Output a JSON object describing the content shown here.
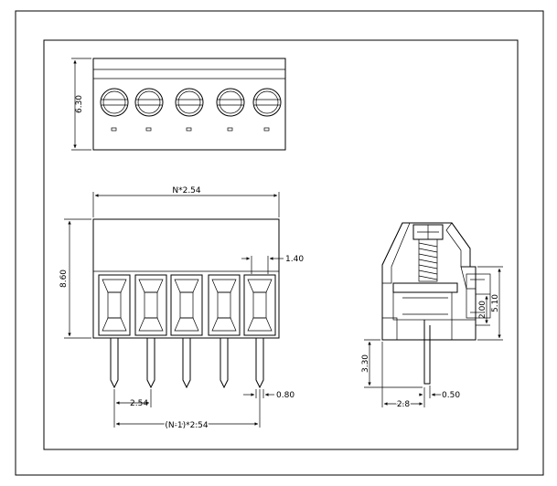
{
  "drawing": {
    "top_view": {
      "height_label": "6.30",
      "screw_count": 5
    },
    "front_view": {
      "width_label": "N*2.54",
      "height_label": "8.60",
      "opening_label": "1.40",
      "pitch_label": "2.54",
      "pin_label": "0.80",
      "total_label": "(N-1)*2.54",
      "terminal_count": 5
    },
    "side_view": {
      "right_outer_label": "5.10",
      "right_inner_label": "2.00",
      "left_label": "3.30",
      "bottom_label": "2.8",
      "pin_label": "0.50"
    }
  }
}
